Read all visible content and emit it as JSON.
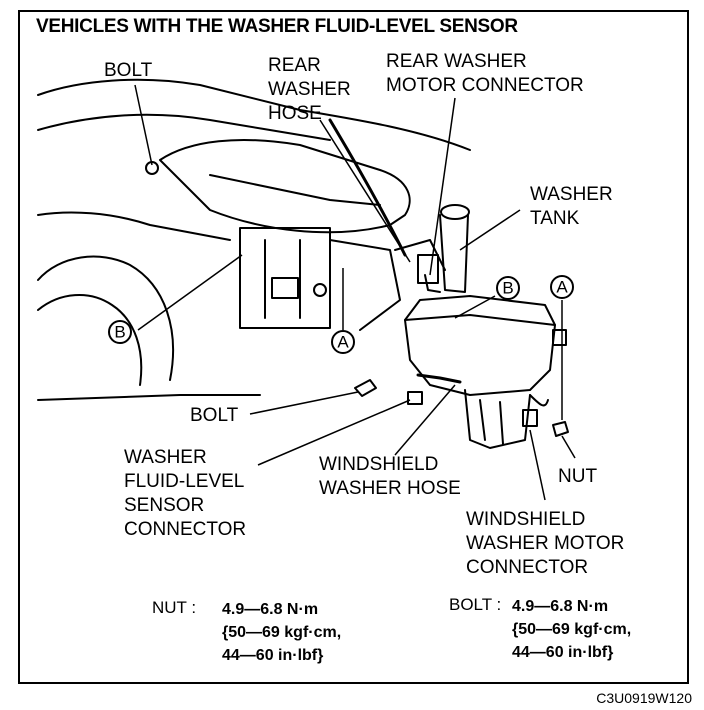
{
  "title": "VEHICLES WITH THE WASHER FLUID-LEVEL SENSOR",
  "labels": {
    "bolt_top": "BOLT",
    "rear_washer_hose": "REAR\nWASHER\nHOSE",
    "rear_washer_motor_connector": "REAR WASHER\nMOTOR CONNECTOR",
    "washer_tank": "WASHER\nTANK",
    "bolt_bottom": "BOLT",
    "washer_fluid_level_sensor_connector": "WASHER\nFLUID-LEVEL\nSENSOR\nCONNECTOR",
    "windshield_washer_hose": "WINDSHIELD\nWASHER HOSE",
    "nut": "NUT",
    "windshield_washer_motor_connector": "WINDSHIELD\nWASHER MOTOR\nCONNECTOR"
  },
  "callouts": {
    "a": "A",
    "b": "B"
  },
  "specs": {
    "nut_label": "NUT :",
    "nut_line1": "4.9—6.8 N·m",
    "nut_line2": "{50—69 kgf·cm,",
    "nut_line3": "44—60 in·lbf}",
    "bolt_label": "BOLT :",
    "bolt_line1": "4.9—6.8 N·m",
    "bolt_line2": "{50—69 kgf·cm,",
    "bolt_line3": "44—60 in·lbf}"
  },
  "figure_code": "C3U0919W120"
}
